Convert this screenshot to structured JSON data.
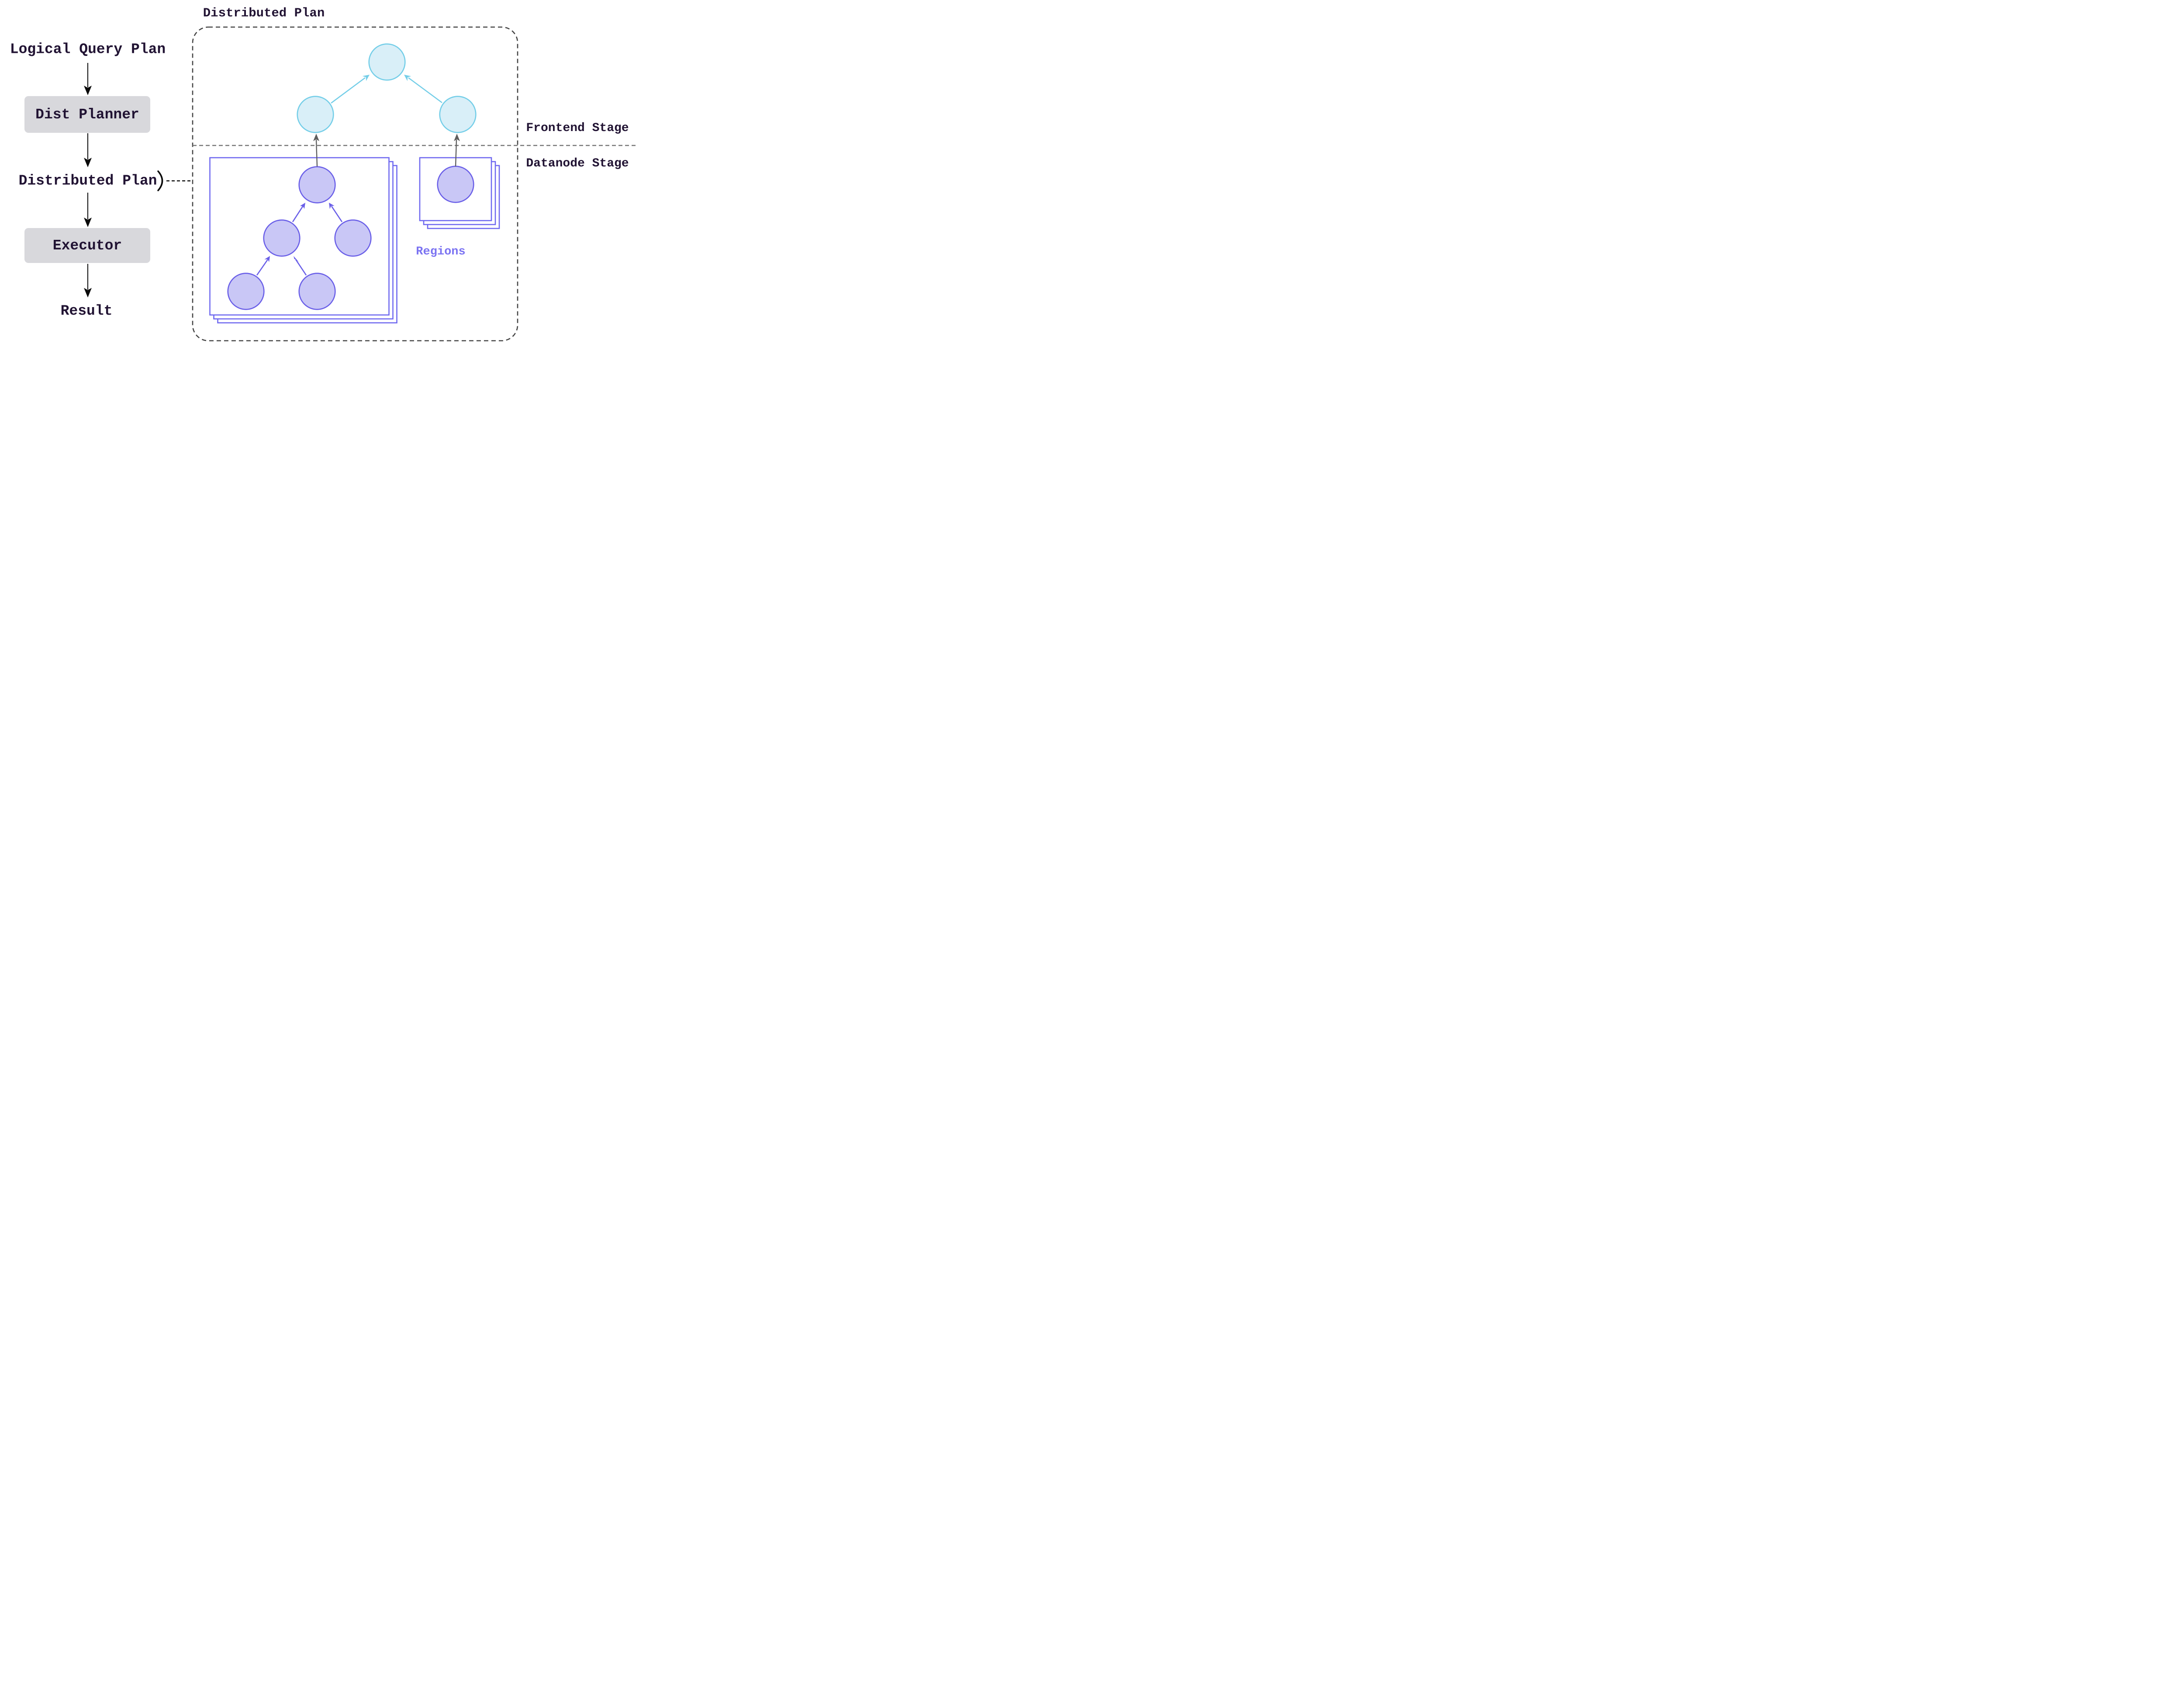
{
  "colors": {
    "ink": "#211333",
    "box-fill": "#d8d8dc",
    "cyan-stroke": "#74cee8",
    "cyan-fill": "#d9eff8",
    "purple-stroke": "#6a5fe8",
    "purple-fill": "#c9c7f6",
    "region-border": "#6e68f0",
    "regions-text": "#7b73f2",
    "container-dash": "#454545",
    "divider-dash": "#757575",
    "arrow-black": "#0a0a0a",
    "arrow-gray": "#5e5e5e"
  },
  "flowchart": {
    "logical_query_plan": "Logical Query Plan",
    "dist_planner": "Dist Planner",
    "distributed_plan": "Distributed Plan",
    "executor": "Executor",
    "result": "Result"
  },
  "panel": {
    "title": "Distributed Plan",
    "frontend_stage": "Frontend Stage",
    "datanode_stage": "Datanode Stage",
    "regions": "Regions"
  }
}
